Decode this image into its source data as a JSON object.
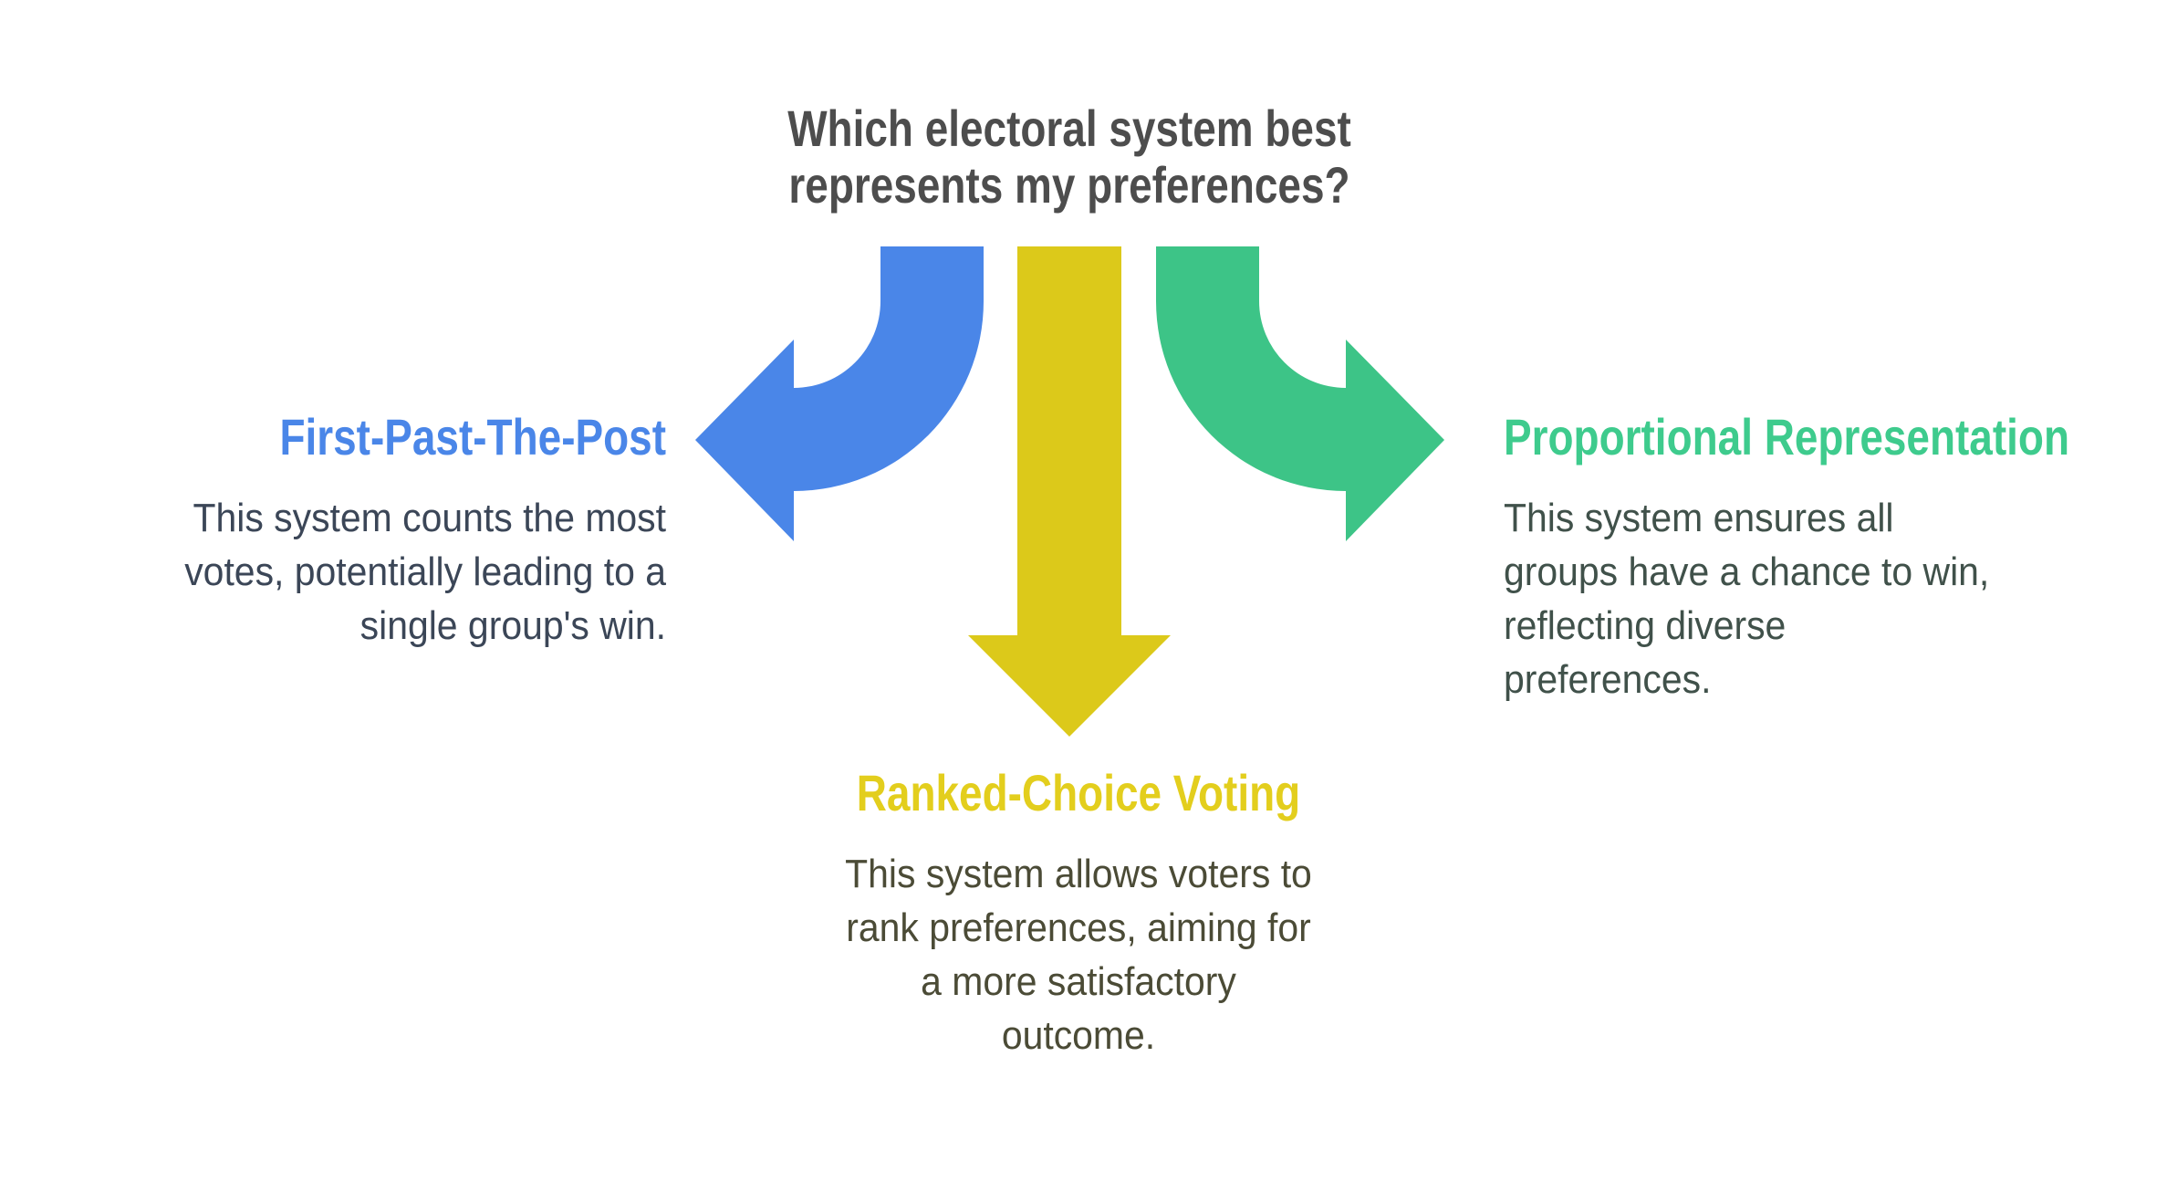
{
  "title": {
    "lines": [
      "Which electoral system best",
      "represents my preferences?"
    ]
  },
  "options": {
    "fptp": {
      "label": "First-Past-The-Post",
      "desc_lines": [
        "This system counts the most",
        "votes, potentially leading to a",
        "single group's win."
      ]
    },
    "rcv": {
      "label": "Ranked-Choice Voting",
      "desc_lines": [
        "This system allows voters to",
        "rank preferences, aiming for",
        "a more satisfactory",
        "outcome."
      ]
    },
    "pr": {
      "label": "Proportional Representation",
      "desc_lines": [
        "This system ensures all",
        "groups have a chance to win,",
        "reflecting diverse",
        "preferences."
      ]
    }
  },
  "icons": {
    "fptp_arrow": "curved-arrow-left-icon",
    "rcv_arrow": "arrow-down-icon",
    "pr_arrow": "curved-arrow-right-icon"
  },
  "colors": {
    "background": "#ffffff",
    "title_text": "#4d4d4d",
    "fptp_blue": "#4a86e8",
    "fptp_desc_text": "#3b4657",
    "rcv_yellow": "#dcc91a",
    "rcv_label_yellow": "#e3ce1d",
    "rcv_desc_text": "#4b4b36",
    "pr_green": "#3dc487",
    "pr_label_green": "#3ecb8d",
    "pr_desc_text": "#40514a"
  }
}
